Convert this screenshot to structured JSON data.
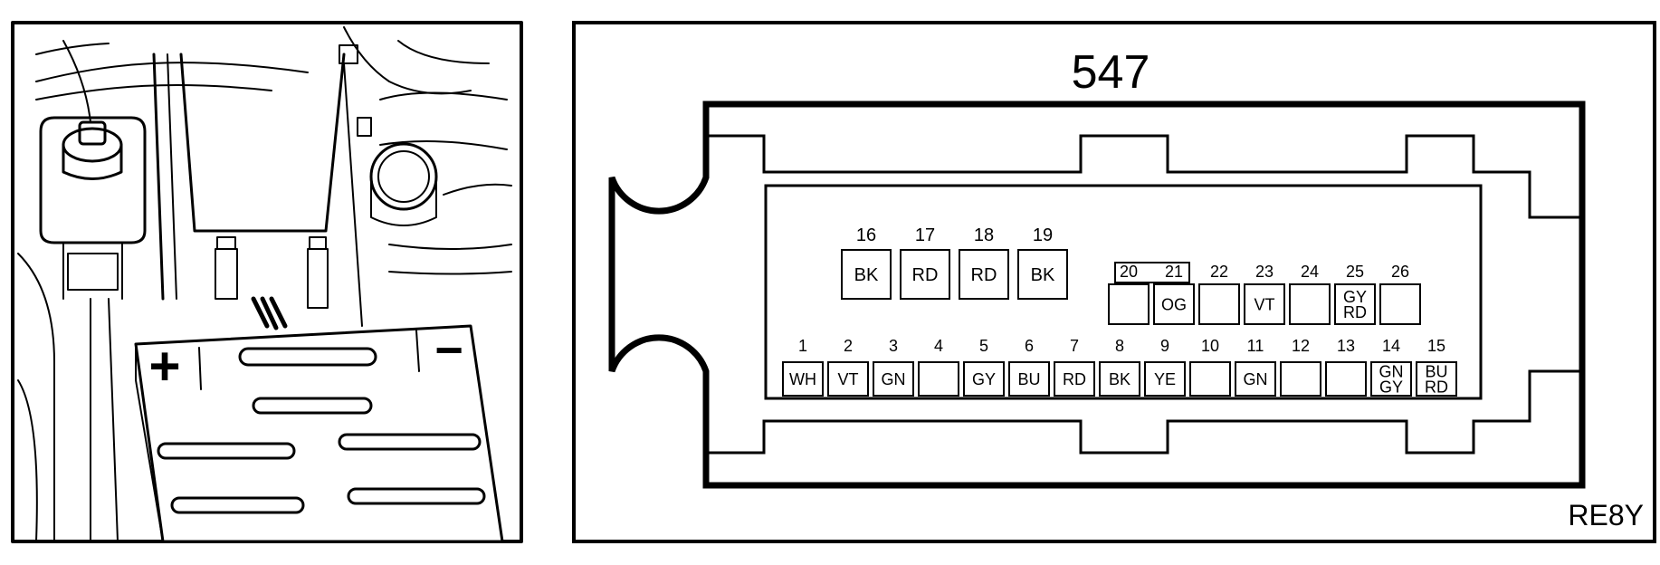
{
  "connector": {
    "number": "547",
    "reference_code": "RE8Y",
    "upper_pins": [
      {
        "pin": "16",
        "color": "BK"
      },
      {
        "pin": "17",
        "color": "RD"
      },
      {
        "pin": "18",
        "color": "RD"
      },
      {
        "pin": "19",
        "color": "BK"
      }
    ],
    "middle_pins": [
      {
        "pin": "20",
        "color": ""
      },
      {
        "pin": "21",
        "color": "OG"
      },
      {
        "pin": "22",
        "color": ""
      },
      {
        "pin": "23",
        "color": "VT"
      },
      {
        "pin": "24",
        "color": ""
      },
      {
        "pin": "25",
        "color": "GY\nRD"
      },
      {
        "pin": "26",
        "color": ""
      }
    ],
    "lower_pins": [
      {
        "pin": "1",
        "color": "WH"
      },
      {
        "pin": "2",
        "color": "VT"
      },
      {
        "pin": "3",
        "color": "GN"
      },
      {
        "pin": "4",
        "color": ""
      },
      {
        "pin": "5",
        "color": "GY"
      },
      {
        "pin": "6",
        "color": "BU"
      },
      {
        "pin": "7",
        "color": "RD"
      },
      {
        "pin": "8",
        "color": "BK"
      },
      {
        "pin": "9",
        "color": "YE"
      },
      {
        "pin": "10",
        "color": ""
      },
      {
        "pin": "11",
        "color": "GN"
      },
      {
        "pin": "12",
        "color": ""
      },
      {
        "pin": "13",
        "color": ""
      },
      {
        "pin": "14",
        "color": "GN\nGY"
      },
      {
        "pin": "15",
        "color": "BU\nRD"
      }
    ]
  },
  "location_view": {
    "battery_plus": "+",
    "battery_minus": "−"
  }
}
